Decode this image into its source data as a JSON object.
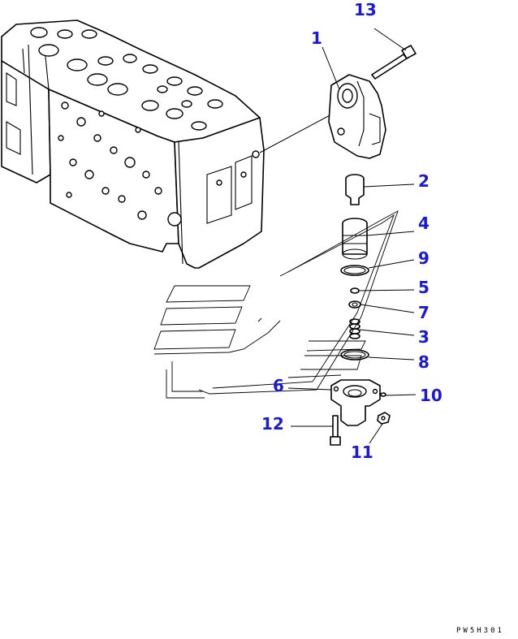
{
  "figure": {
    "drawing_code": "PW5H301",
    "callouts": [
      {
        "id": "13",
        "label": "13"
      },
      {
        "id": "1",
        "label": "1"
      },
      {
        "id": "2",
        "label": "2"
      },
      {
        "id": "4",
        "label": "4"
      },
      {
        "id": "9",
        "label": "9"
      },
      {
        "id": "5",
        "label": "5"
      },
      {
        "id": "7",
        "label": "7"
      },
      {
        "id": "3",
        "label": "3"
      },
      {
        "id": "8",
        "label": "8"
      },
      {
        "id": "6",
        "label": "6"
      },
      {
        "id": "10",
        "label": "10"
      },
      {
        "id": "12",
        "label": "12"
      },
      {
        "id": "11",
        "label": "11"
      }
    ],
    "colors": {
      "callout": "#1a1ad6",
      "line": "#000000",
      "background": "#ffffff"
    }
  }
}
